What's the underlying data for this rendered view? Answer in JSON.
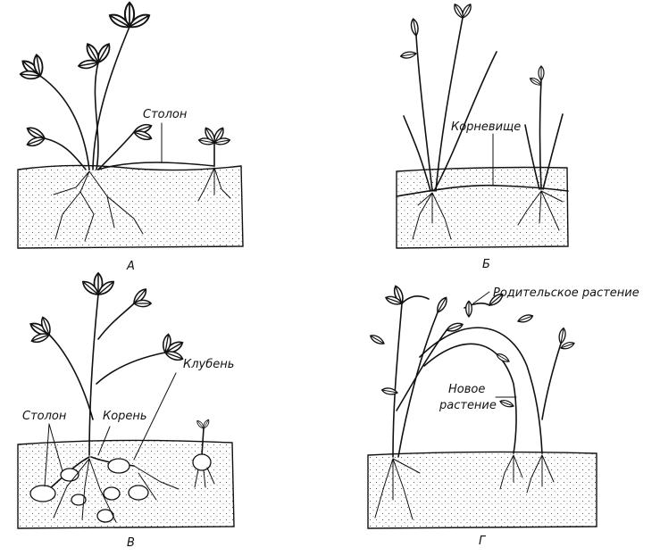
{
  "panels": [
    {
      "letter": "А",
      "labels": [
        "Столон"
      ]
    },
    {
      "letter": "Б",
      "labels": [
        "Корневище"
      ]
    },
    {
      "letter": "В",
      "labels": [
        "Клубень",
        "Корень",
        "Столон"
      ]
    },
    {
      "letter": "Г",
      "labels": [
        "Родительское растение",
        "Новое",
        "растение"
      ]
    }
  ],
  "colors": {
    "ink": "#111111",
    "paper": "#ffffff"
  }
}
